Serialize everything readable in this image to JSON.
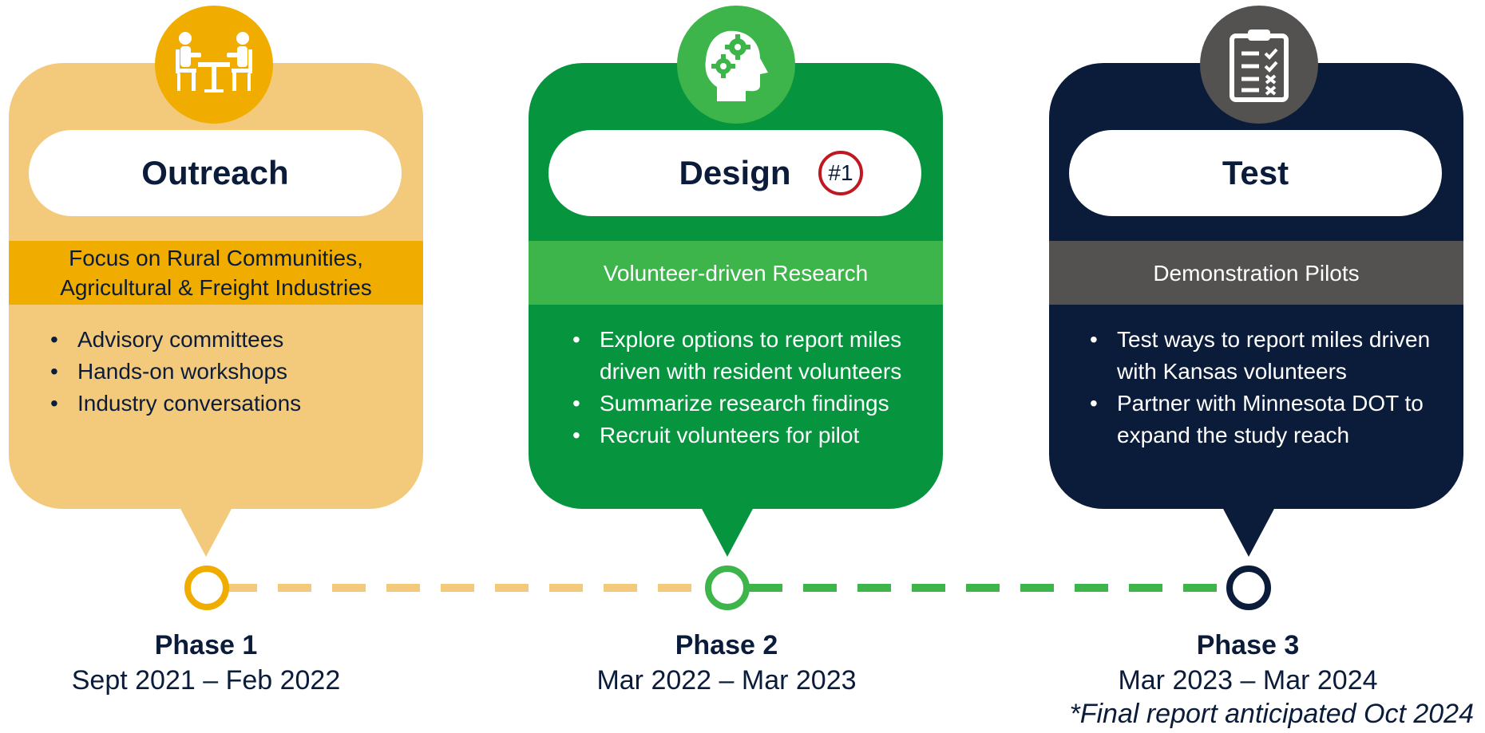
{
  "phases": [
    {
      "title": "Outreach",
      "icon": "meeting-icon",
      "subtitle_lines": [
        "Focus on Rural Communities,",
        "Agricultural & Freight Industries"
      ],
      "bullets": [
        "Advisory committees",
        "Hands-on workshops",
        "Industry conversations"
      ],
      "phase_label": "Phase 1",
      "dates": "Sept 2021 – Feb 2022",
      "color": "#f3c97b",
      "accent": "#f0ad00"
    },
    {
      "title": "Design",
      "badge": "#1",
      "icon": "brain-gears-icon",
      "subtitle_lines": [
        "Volunteer-driven Research"
      ],
      "bullets": [
        "Explore options to report miles driven with resident volunteers",
        "Summarize research findings",
        "Recruit volunteers for pilot"
      ],
      "phase_label": "Phase 2",
      "dates": "Mar 2022 – Mar 2023",
      "color": "#06953e",
      "accent": "#3db54a"
    },
    {
      "title": "Test",
      "icon": "clipboard-checklist-icon",
      "subtitle_lines": [
        "Demonstration Pilots"
      ],
      "bullets": [
        "Test ways to report miles driven with Kansas volunteers",
        "Partner with Minnesota DOT to expand the study reach"
      ],
      "phase_label": "Phase 3",
      "dates": "Mar 2023 – Mar 2024",
      "color": "#0b1c3a",
      "accent": "#545151"
    }
  ],
  "footnote": "*Final report anticipated Oct 2024"
}
